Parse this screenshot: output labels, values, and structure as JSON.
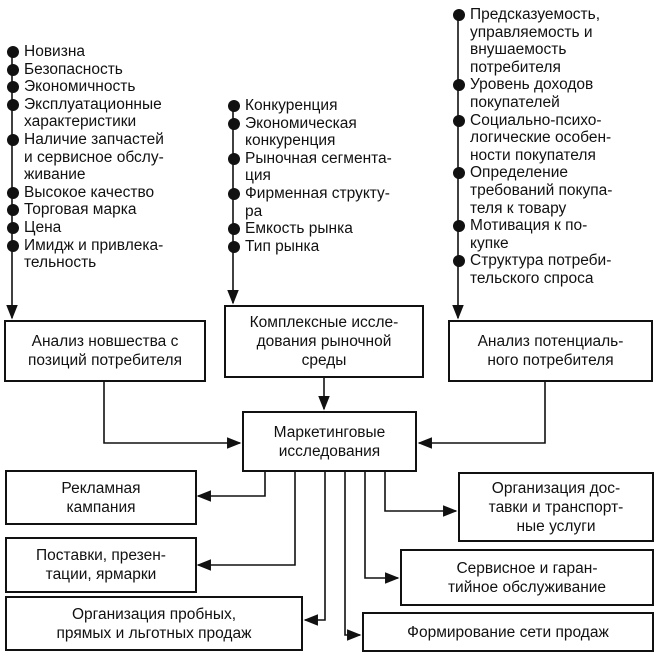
{
  "lists": {
    "product": [
      "Новизна",
      "Безопасность",
      "Экономичность",
      "Эксплуатационные\nхарактеристики",
      "Наличие запчастей\nи сервисное обслу-\nживание",
      "Высокое качество",
      "Торговая марка",
      "Цена",
      "Имидж и привлека-\nтельность"
    ],
    "market": [
      "Конкуренция",
      "Экономическая\nконкуренция",
      "Рыночная сегмента-\nция",
      "Фирменная структу-\nра",
      "Емкость рынка",
      "Тип рынка"
    ],
    "consumer": [
      "Предсказуемость,\nуправляемость и\nвнушаемость\nпотребителя",
      "Уровень доходов\nпокупателей",
      "Социально-психо-\nлогические особен-\nности покупателя",
      "Определение\nтребований покупа-\nтеля к товару",
      "Мотивация к по-\nкупке",
      "Структура потреби-\nтельского спроса"
    ]
  },
  "boxes": {
    "product_analysis": "Анализ новшества с\nпозиций потребителя",
    "market_research": "Комплексные иссле-\nдования рыночной\nсреды",
    "consumer_analysis": "Анализ потенциаль-\nного потребителя",
    "marketing": "Маркетинговые\nисследования",
    "advertising": "Рекламная\nкампания",
    "supplies": "Поставки, презен-\nтации, ярмарки",
    "trial_sales": "Организация пробных,\nпрямых и льготных продаж",
    "delivery": "Организация дос-\nтавки и транспорт-\nные услуги",
    "service": "Сервисное и гаран-\nтийное обслуживание",
    "sales_network": "Формирование сети продаж"
  }
}
